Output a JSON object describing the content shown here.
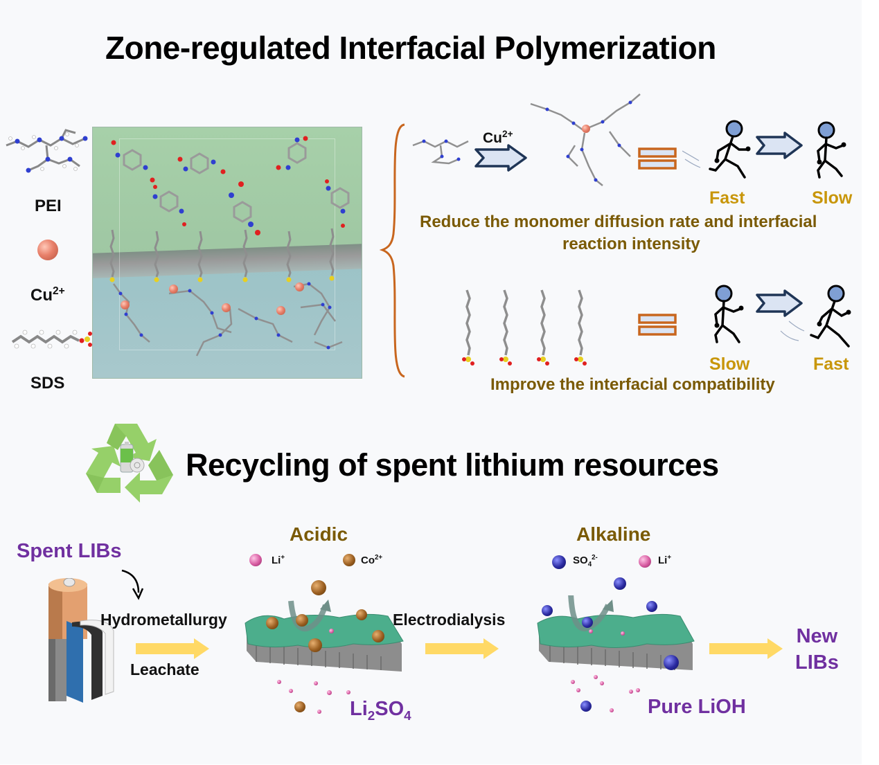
{
  "panel": {
    "background": "#f8f9fb"
  },
  "section1": {
    "title": "Zone-regulated Interfacial Polymerization",
    "legend": {
      "pei": "PEI",
      "cu": "Cu",
      "cu_charge": "2+",
      "sds": "SDS"
    },
    "row1": {
      "arrow_label": "Cu",
      "arrow_label_charge": "2+",
      "speed_from": "Fast",
      "speed_to": "Slow",
      "caption_line1": "Reduce the monomer diffusion rate and interfacial",
      "caption_line2": "reaction intensity"
    },
    "row2": {
      "speed_from": "Slow",
      "speed_to": "Fast",
      "caption": "Improve the interfacial compatibility"
    }
  },
  "section2": {
    "title": "Recycling of spent lithium resources",
    "source": "Spent LIBs",
    "step1_top": "Hydrometallurgy",
    "step1_bottom": "Leachate",
    "stage1": {
      "condition": "Acidic",
      "ion_a": "Li",
      "ion_a_charge": "+",
      "ion_b": "Co",
      "ion_b_charge": "2+",
      "product_prefix": "Li",
      "product_sub1": "2",
      "product_mid": "SO",
      "product_sub2": "4"
    },
    "step2": "Electrodialysis",
    "stage2": {
      "condition": "Alkaline",
      "ion_a": "SO",
      "ion_a_sub": "4",
      "ion_a_charge": "2-",
      "ion_b": "Li",
      "ion_b_charge": "+",
      "product": "Pure LiOH"
    },
    "result_line1": "New",
    "result_line2": "LIBs"
  },
  "colors": {
    "speed_label": "#c8960a",
    "caption": "#7a5a05",
    "purple": "#7030a0",
    "brace": "#c8661e",
    "arrow_yellow": "#ffd966",
    "arrow_blue_fill": "#dbe4f3",
    "arrow_blue_stroke": "#1f3556"
  }
}
